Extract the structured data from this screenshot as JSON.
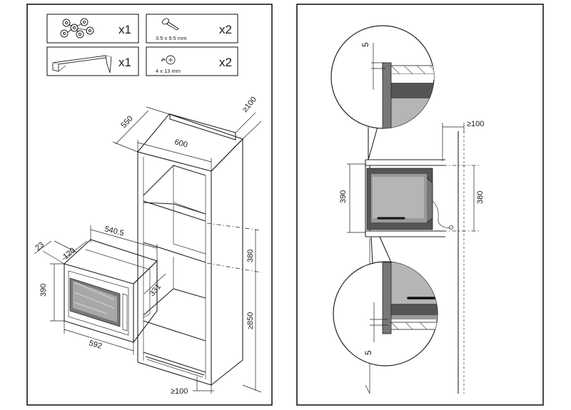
{
  "left_panel": {
    "accessories": [
      {
        "qty": "x1"
      },
      {
        "qty": "x2",
        "spec": "3.5 x 9.5 mm"
      },
      {
        "qty": "x1"
      },
      {
        "qty": "x2",
        "spec": "4 x 13 mm"
      }
    ],
    "dims": {
      "depth": "550",
      "width": "600",
      "top_gap": "≥100",
      "niche_width": "540.5",
      "frame_depth": "23",
      "trim_depth": "120",
      "oven_height": "390",
      "oven_width": "592",
      "side_depth": "331",
      "niche_height": "380",
      "floor_height": "≥850",
      "bottom_gap": "≥100"
    }
  },
  "right_panel": {
    "dims": {
      "top_clearance": "5",
      "rear_gap": "≥100",
      "oven_height": "390",
      "niche_height": "380",
      "bottom_clearance": "5"
    }
  }
}
